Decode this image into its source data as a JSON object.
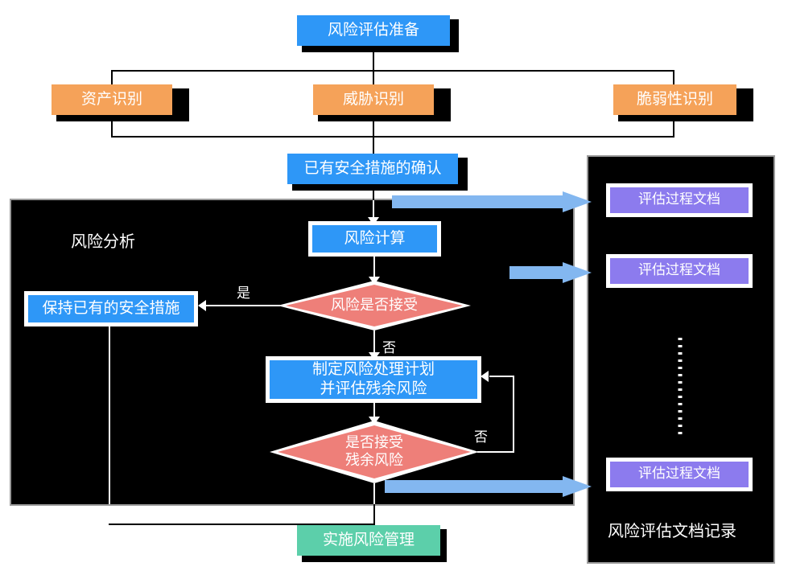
{
  "diagram": {
    "title_top": "风险评估准备",
    "stage_boxes": [
      {
        "id": "asset",
        "label": "资产识别",
        "color": "#f5a259"
      },
      {
        "id": "threat",
        "label": "威胁识别",
        "color": "#f5a259"
      },
      {
        "id": "vuln",
        "label": "脆弱性识别",
        "color": "#f5a259"
      }
    ],
    "existing_controls": "已有安全措施的确认",
    "risk_analysis_panel_label": "风险分析",
    "risk_calculation": "风险计算",
    "decision_accept_risk": "风险是否接受",
    "keep_existing_controls": "保持已有的安全措施",
    "risk_treatment_plan": "制定风险处理计划\n并评估残余风险",
    "decision_accept_residual": "是否接受\n残余风险",
    "implement_risk_management": "实施风险管理",
    "doc_panel_label": "风险评估文档记录",
    "doc_boxes": [
      {
        "label": "评估过程文档"
      },
      {
        "label": "评估过程文档"
      },
      {
        "label": "评估过程文档"
      }
    ],
    "edge_labels": {
      "yes": "是",
      "no_first": "否",
      "no_second": "否"
    },
    "colors": {
      "blue": "#2e97f7",
      "orange": "#f5a259",
      "green": "#5ccfaa",
      "purple": "#8c7bee",
      "diamond": "#ee7f79",
      "block_arrow": "#83b7f0",
      "panel_bg": "#000000",
      "panel_border": "#9a9a9a",
      "text_on_fill": "#ffffff"
    }
  }
}
